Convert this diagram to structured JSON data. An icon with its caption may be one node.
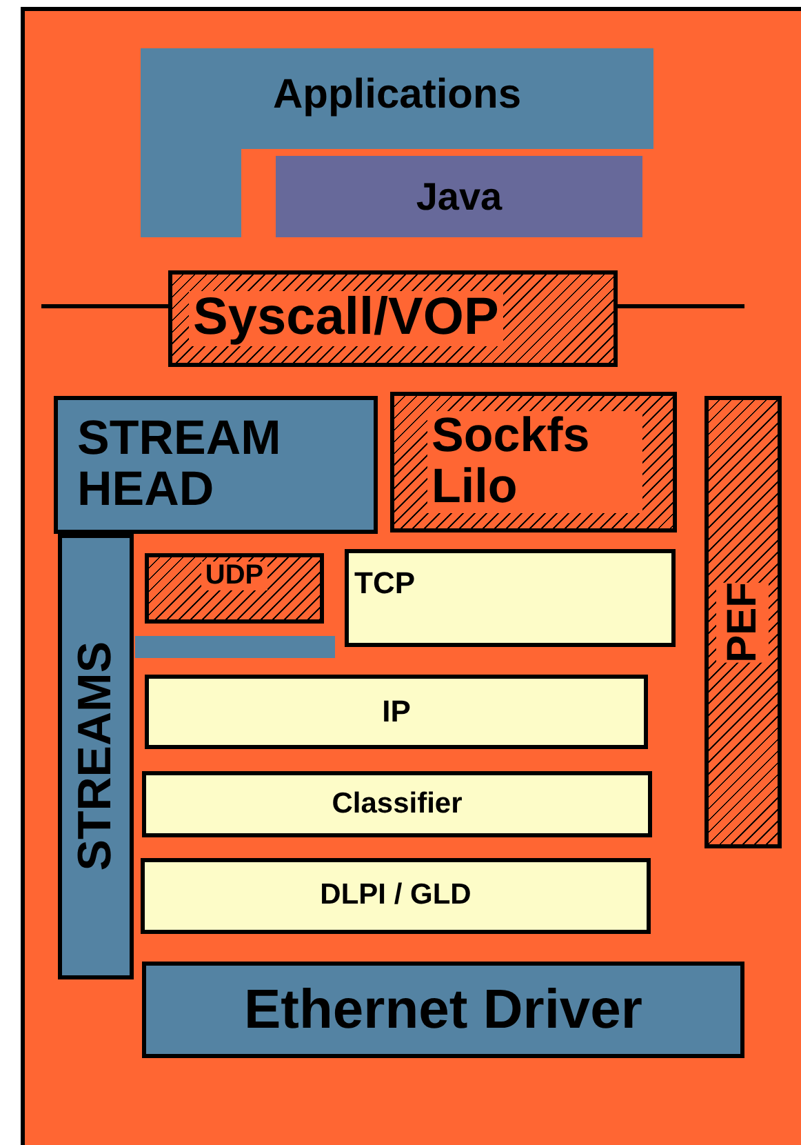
{
  "diagram": {
    "nodes": [
      {
        "text": [
          "Applications"
        ]
      },
      {
        "text": [
          "Java"
        ]
      },
      {
        "text": [
          "Syscall/VOP"
        ]
      },
      {
        "text": [
          "STREAM HEAD"
        ]
      },
      {
        "text": [
          "Sockfs Lilo"
        ]
      },
      {
        "text": [
          "PEF"
        ]
      },
      {
        "text": [
          "STREAMS"
        ]
      },
      {
        "text": [
          "UDP"
        ]
      },
      {
        "text": [
          "TCP"
        ]
      },
      {
        "text": [],
        "shape": "bar"
      },
      {
        "text": [
          "IP"
        ]
      },
      {
        "text": [
          "Classifier"
        ]
      },
      {
        "text": [
          "DLPI / GLD"
        ]
      },
      {
        "text": [
          "Ethernet Driver"
        ]
      }
    ],
    "edges": []
  }
}
